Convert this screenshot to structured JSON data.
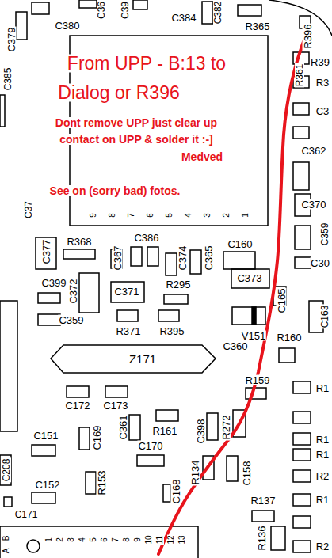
{
  "diagram": {
    "labels": [
      "C36",
      "C39",
      "C380",
      "C379",
      "C384",
      "C382",
      "R365",
      "R396",
      "R39",
      "R361",
      "R3",
      "C3",
      "C362",
      "C370",
      "C359",
      "C30",
      "C163",
      "C385",
      "C37",
      "From UPP - B:13 to",
      "Dialog or R396",
      "Dont remove UPP just clear up",
      "contact on UPP & solder it :-]",
      "Medved",
      "See on (sorry bad) fotos.",
      "9",
      "8",
      "7",
      "6",
      "5",
      "4",
      "3",
      "2",
      "1",
      "R368",
      "C386",
      "C377",
      "C367",
      "C374",
      "C365",
      "C160",
      "C399",
      "C372",
      "C371",
      "R295",
      "C373",
      "C359",
      "R371",
      "R395",
      "C165",
      "V151",
      "C360",
      "R160",
      "Z171",
      "C172",
      "C173",
      "R159",
      "C361",
      "R161",
      "C398",
      "R272",
      "C151",
      "C169",
      "C170",
      "R134",
      "C158",
      "C208",
      "C152",
      "R153",
      "C168",
      "R137",
      "C171",
      "R136",
      "R1",
      "R1",
      "R1",
      "R2",
      "R1",
      "R2",
      "B",
      "A",
      "1",
      "2",
      "3",
      "4",
      "5",
      "6",
      "7",
      "8",
      "9",
      "10",
      "11",
      "12",
      "13"
    ]
  }
}
